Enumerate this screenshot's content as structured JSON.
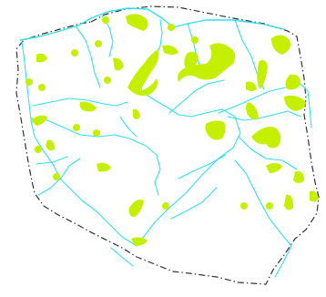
{
  "map": {
    "colors": {
      "background": "#ffffff",
      "border": "#333333",
      "rivers": "#33e0f0",
      "habitat": "#c4f000"
    },
    "icons": {
      "border": "dash-dot-line",
      "rivers": "line",
      "habitat": "filled-blob"
    }
  }
}
